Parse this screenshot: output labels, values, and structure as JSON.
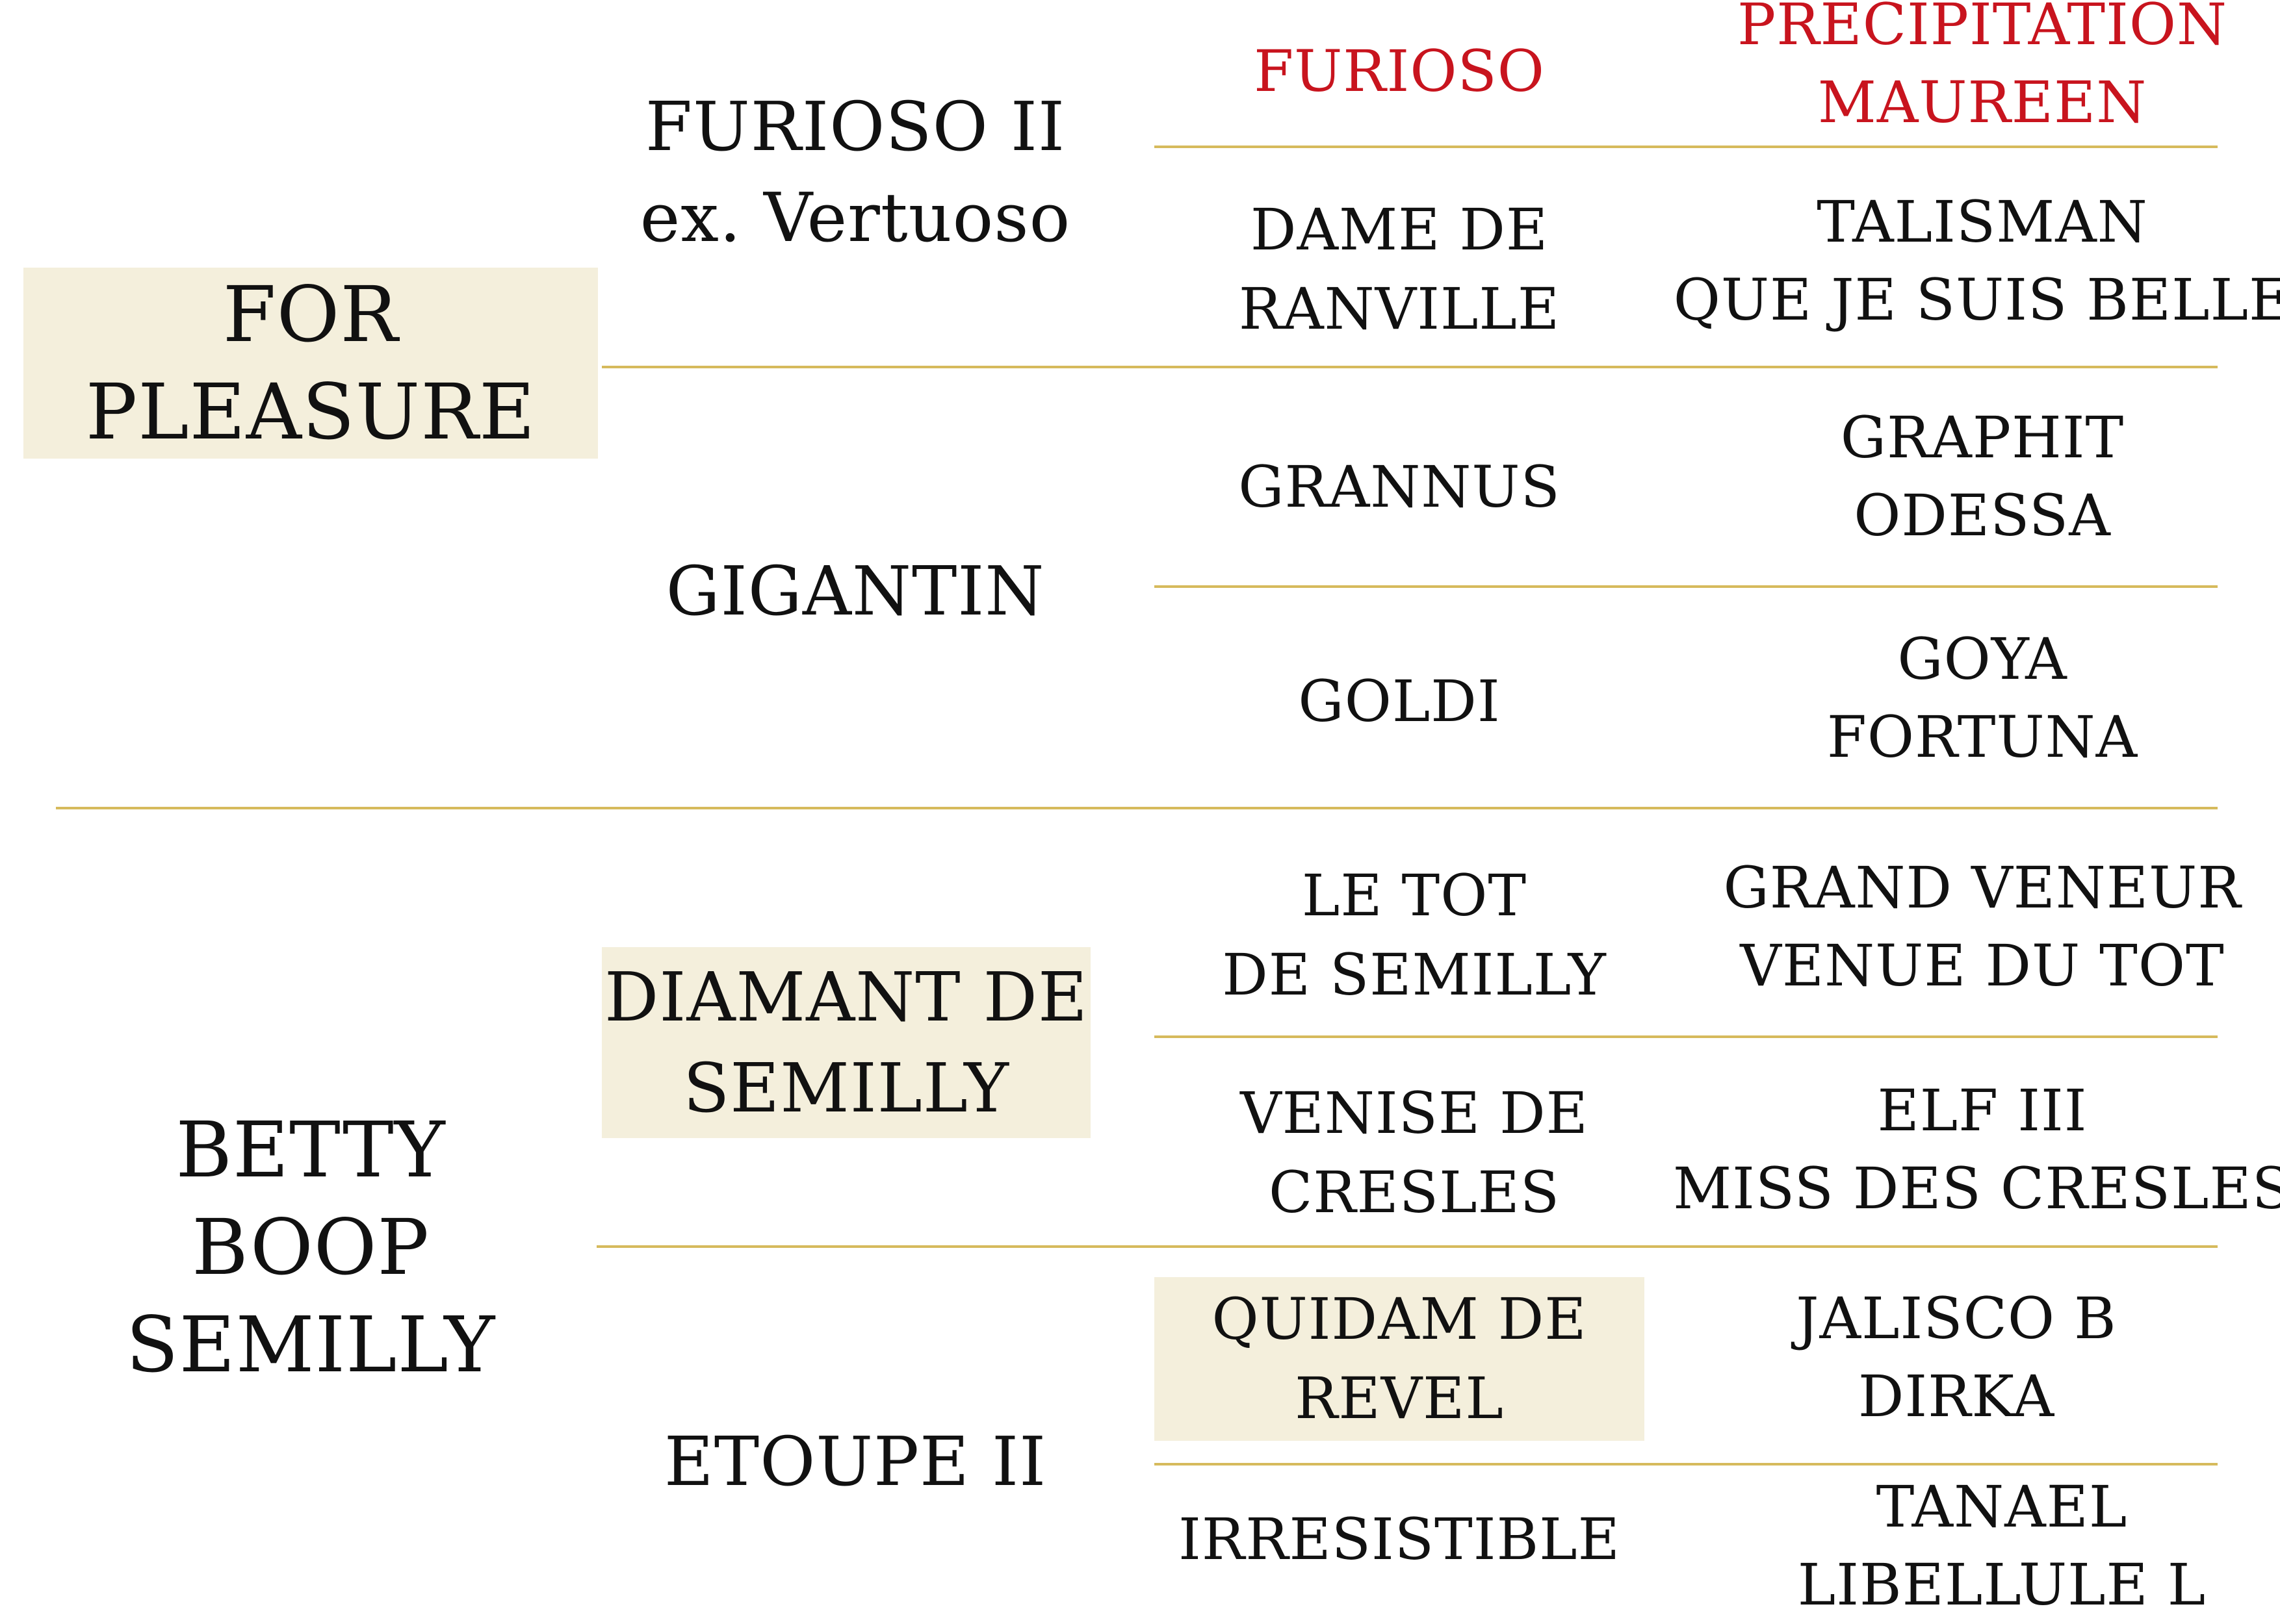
{
  "accent_color": "#c8141e",
  "highlight_color": "#f4efdc",
  "rule_color": "#d6ba5c",
  "pedigree": {
    "sire": {
      "name": [
        "FOR",
        "PLEASURE"
      ],
      "sire": {
        "name": [
          "FURIOSO II",
          "ex. Vertuoso"
        ],
        "sire": {
          "name": [
            "FURIOSO"
          ],
          "parents": [
            "PRECIPITATION",
            "MAUREEN"
          ]
        },
        "dam": {
          "name": [
            "DAME DE",
            "RANVILLE"
          ],
          "parents": [
            "TALISMAN",
            "QUE JE SUIS BELLE"
          ]
        }
      },
      "dam": {
        "name": [
          "GIGANTIN"
        ],
        "sire": {
          "name": [
            "GRANNUS"
          ],
          "parents": [
            "GRAPHIT",
            "ODESSA"
          ]
        },
        "dam": {
          "name": [
            "GOLDI"
          ],
          "parents": [
            "GOYA",
            "FORTUNA"
          ]
        }
      }
    },
    "dam": {
      "name": [
        "BETTY",
        "BOOP",
        "SEMILLY"
      ],
      "sire": {
        "name": [
          "DIAMANT DE",
          "SEMILLY"
        ],
        "sire": {
          "name": [
            "LE TOT",
            "DE SEMILLY"
          ],
          "parents": [
            "GRAND VENEUR",
            "VENUE DU TOT"
          ]
        },
        "dam": {
          "name": [
            "VENISE DE",
            "CRESLES"
          ],
          "parents": [
            "ELF III",
            "MISS DES CRESLES"
          ]
        }
      },
      "dam": {
        "name": [
          "ETOUPE II"
        ],
        "sire": {
          "name": [
            "QUIDAM DE",
            "REVEL"
          ],
          "parents": [
            "JALISCO B",
            "DIRKA"
          ]
        },
        "dam": {
          "name": [
            "IRRESISTIBLE"
          ],
          "parents": [
            "TANAEL",
            "LIBELLULE L"
          ]
        }
      }
    }
  }
}
